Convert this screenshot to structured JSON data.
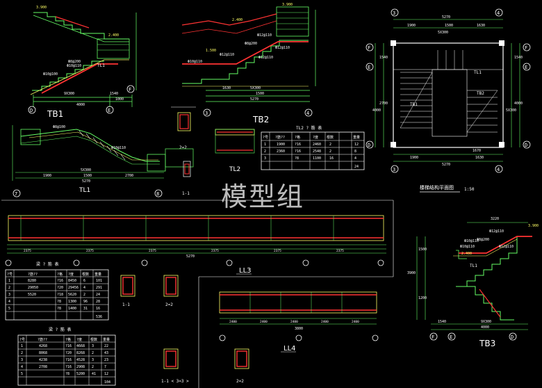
{
  "watermark": "模型组",
  "tb1": {
    "title": "TB1",
    "label_tl1": "TL1",
    "dims": [
      "9X300",
      "1540",
      "1000",
      "4000"
    ],
    "axes": [
      "D",
      "E",
      "F"
    ],
    "top_lvl": "3.900",
    "mid_lvl": "2.400",
    "notes": [
      "Ф10@100",
      "Ф8@200",
      "Ф10@110"
    ]
  },
  "tb2": {
    "title": "TB2",
    "top_lvl": "3.900",
    "lvl2": "2.400",
    "lvl3": "1.500",
    "dims": [
      "1630",
      "5X300",
      "1500",
      "5270"
    ],
    "axes": [
      "3",
      "4"
    ],
    "notes": [
      "Ф12@110",
      "Ф8@200",
      "Ф12@110",
      "Ф10@110",
      "Ф12@110",
      "Ф12@110"
    ]
  },
  "tb1_section": {
    "title": "TL1",
    "dims": [
      "1900",
      "5X300",
      "1500",
      "2700",
      "5270"
    ],
    "axes": [
      "7",
      "8"
    ],
    "notes": [
      "Ф8@100",
      "Ф10@110"
    ]
  },
  "tl2_section": {
    "title": "TL2",
    "subtitle": "2=2",
    "title2": "1-1"
  },
  "tl2_table": {
    "caption": "TL2 ? 筋 表",
    "headers": [
      "?号",
      "?筋??",
      "?格",
      "?度",
      "根数",
      "重量"
    ],
    "rows": [
      [
        "1",
        "1900",
        "?16",
        "2460",
        "2",
        "12"
      ],
      [
        "2",
        "2360",
        "?16",
        "2548",
        "2",
        "8"
      ],
      [
        "3",
        "",
        "?8",
        "1100",
        "16",
        "4"
      ]
    ],
    "total": "24"
  },
  "plan": {
    "title": "楼梯结构平面图",
    "scale": "1:50",
    "axes_top": [
      "3",
      "4"
    ],
    "axes_side": [
      "F",
      "E",
      "D"
    ],
    "dims_top": [
      "5270",
      "1900",
      "1500",
      "1630",
      "5X300"
    ],
    "dims_left": [
      "1540",
      "2700",
      "4000"
    ],
    "dims_right": [
      "1540",
      "4000",
      "5X300"
    ],
    "dims_bottom": [
      "1670",
      "1900",
      "1630",
      "5270"
    ],
    "tags": [
      "TL1",
      "TB1",
      "TB2"
    ]
  },
  "beam_l3": {
    "title": "LL3",
    "spans": [
      "2375",
      "2375",
      "2375",
      "2375",
      "2375",
      "2375"
    ],
    "total": "5270"
  },
  "beam_table_1": {
    "caption": "梁 ? 筋 表",
    "headers": [
      "?号",
      "?筋??",
      "?格",
      "?度",
      "根数",
      "重量"
    ],
    "rows": [
      [
        "1",
        "8280",
        "?16",
        "8450",
        "6",
        "101"
      ],
      [
        "2",
        "29050",
        "?20",
        "29456",
        "4",
        "291"
      ],
      [
        "3",
        "5520",
        "?18",
        "5620",
        "2",
        "24"
      ],
      [
        "4",
        "",
        "?8",
        "1300",
        "96",
        "28"
      ],
      [
        "5",
        "",
        "?8",
        "1400",
        "31",
        "16"
      ]
    ],
    "total": "536"
  },
  "beam_l4": {
    "title": "LL4",
    "spans": [
      "2400",
      "2400",
      "2400",
      "2400",
      "2400"
    ],
    "total": "3800"
  },
  "beam_table_2": {
    "caption": "梁 ? 筋 表",
    "headers": [
      "?号",
      "?筋??",
      "?格",
      "?度",
      "根数",
      "重量"
    ],
    "rows": [
      [
        "1",
        "4268",
        "?16",
        "4668",
        "3",
        "22"
      ],
      [
        "2",
        "8068",
        "?20",
        "8268",
        "2",
        "43"
      ],
      [
        "3",
        "4238",
        "?16",
        "4528",
        "3",
        "23"
      ],
      [
        "4",
        "2708",
        "?16",
        "2908",
        "2",
        "7"
      ],
      [
        "5",
        "",
        "?8",
        "5200",
        "41",
        "12"
      ]
    ],
    "total": "104"
  },
  "sections": [
    "1-1",
    "2=2",
    "1-1 < 3=3 >",
    "2=2"
  ],
  "tb3": {
    "title": "TB3",
    "label_tl1": "TL1",
    "top_lvl": "3.900",
    "mid_lvl": "2.400",
    "dims_top": [
      "3220"
    ],
    "dims_bottom": [
      "9X300",
      "1540",
      "4000"
    ],
    "dims_left": [
      "1500",
      "3900",
      "1200"
    ],
    "axes": [
      "F",
      "E",
      "D"
    ],
    "notes": [
      "Ф12@110",
      "Ф8@200",
      "Ф12@110",
      "Ф10@110",
      "Ф10@110"
    ]
  }
}
